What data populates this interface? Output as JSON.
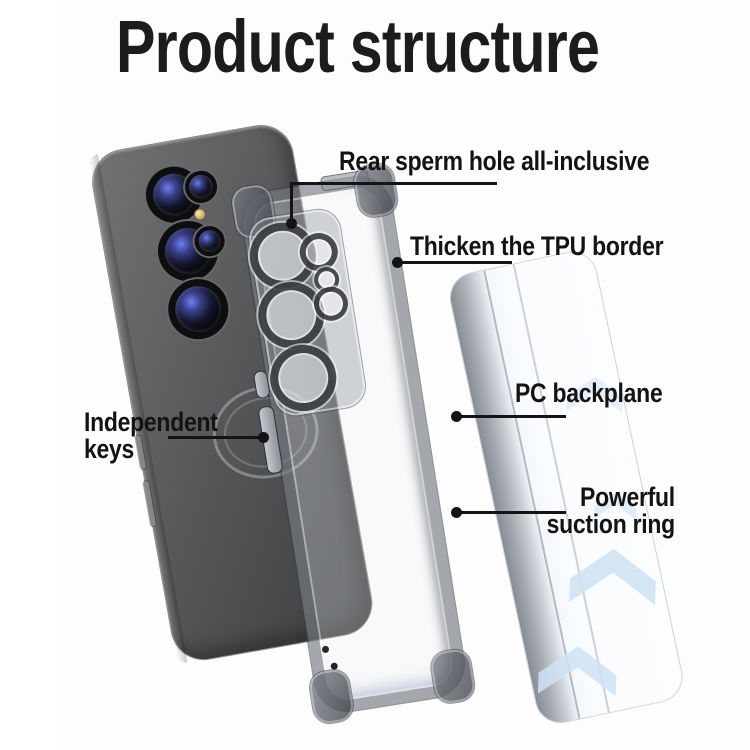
{
  "page": {
    "title": "Product structure"
  },
  "callouts": {
    "rear_hole": {
      "text": "Rear sperm hole all-inclusive"
    },
    "tpu_border": {
      "text": "Thicken the TPU border"
    },
    "independent_keys": {
      "line1": "Independent",
      "line2": "keys"
    },
    "pc_backplane": {
      "text": "PC backplane"
    },
    "suction_ring": {
      "line1": "Powerful",
      "line2": "suction ring"
    }
  },
  "colors": {
    "background": "#ffffff",
    "title_text": "#1c1c1c",
    "label_text": "#131313",
    "leader_line": "#141414",
    "phone_body_gray": "#55575a",
    "case_smoke_tint": "#565a62",
    "backplane_edge_gray": "#8b9197",
    "reflection_blue": "#cfe2f3",
    "lens_glint_blue": "#5a6ad0",
    "flash_yellow": "#d8b45a"
  }
}
